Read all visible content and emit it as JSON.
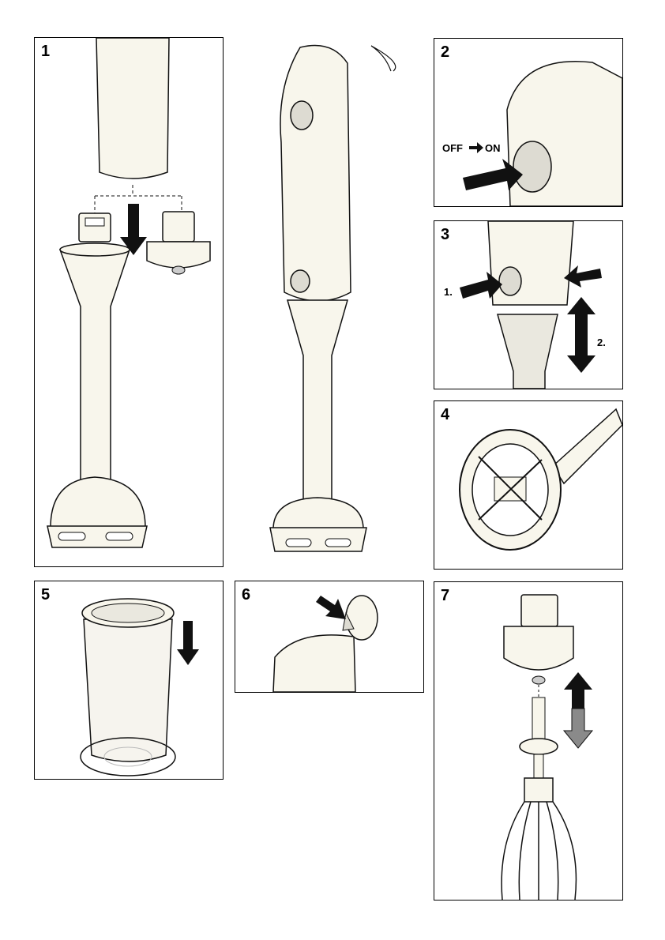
{
  "panels": [
    {
      "number": "1"
    },
    {
      "number": "2",
      "label": "OFF",
      "label2": "ON"
    },
    {
      "number": "3",
      "step1": "1.",
      "step2": "2."
    },
    {
      "number": "4"
    },
    {
      "number": "5"
    },
    {
      "number": "6"
    },
    {
      "number": "7"
    }
  ],
  "colors": {
    "body": "#f8f6ec",
    "outline": "#111111",
    "button": "#dddbd2",
    "arrow": "#111111",
    "arrow_gray": "#8a8a8a"
  }
}
